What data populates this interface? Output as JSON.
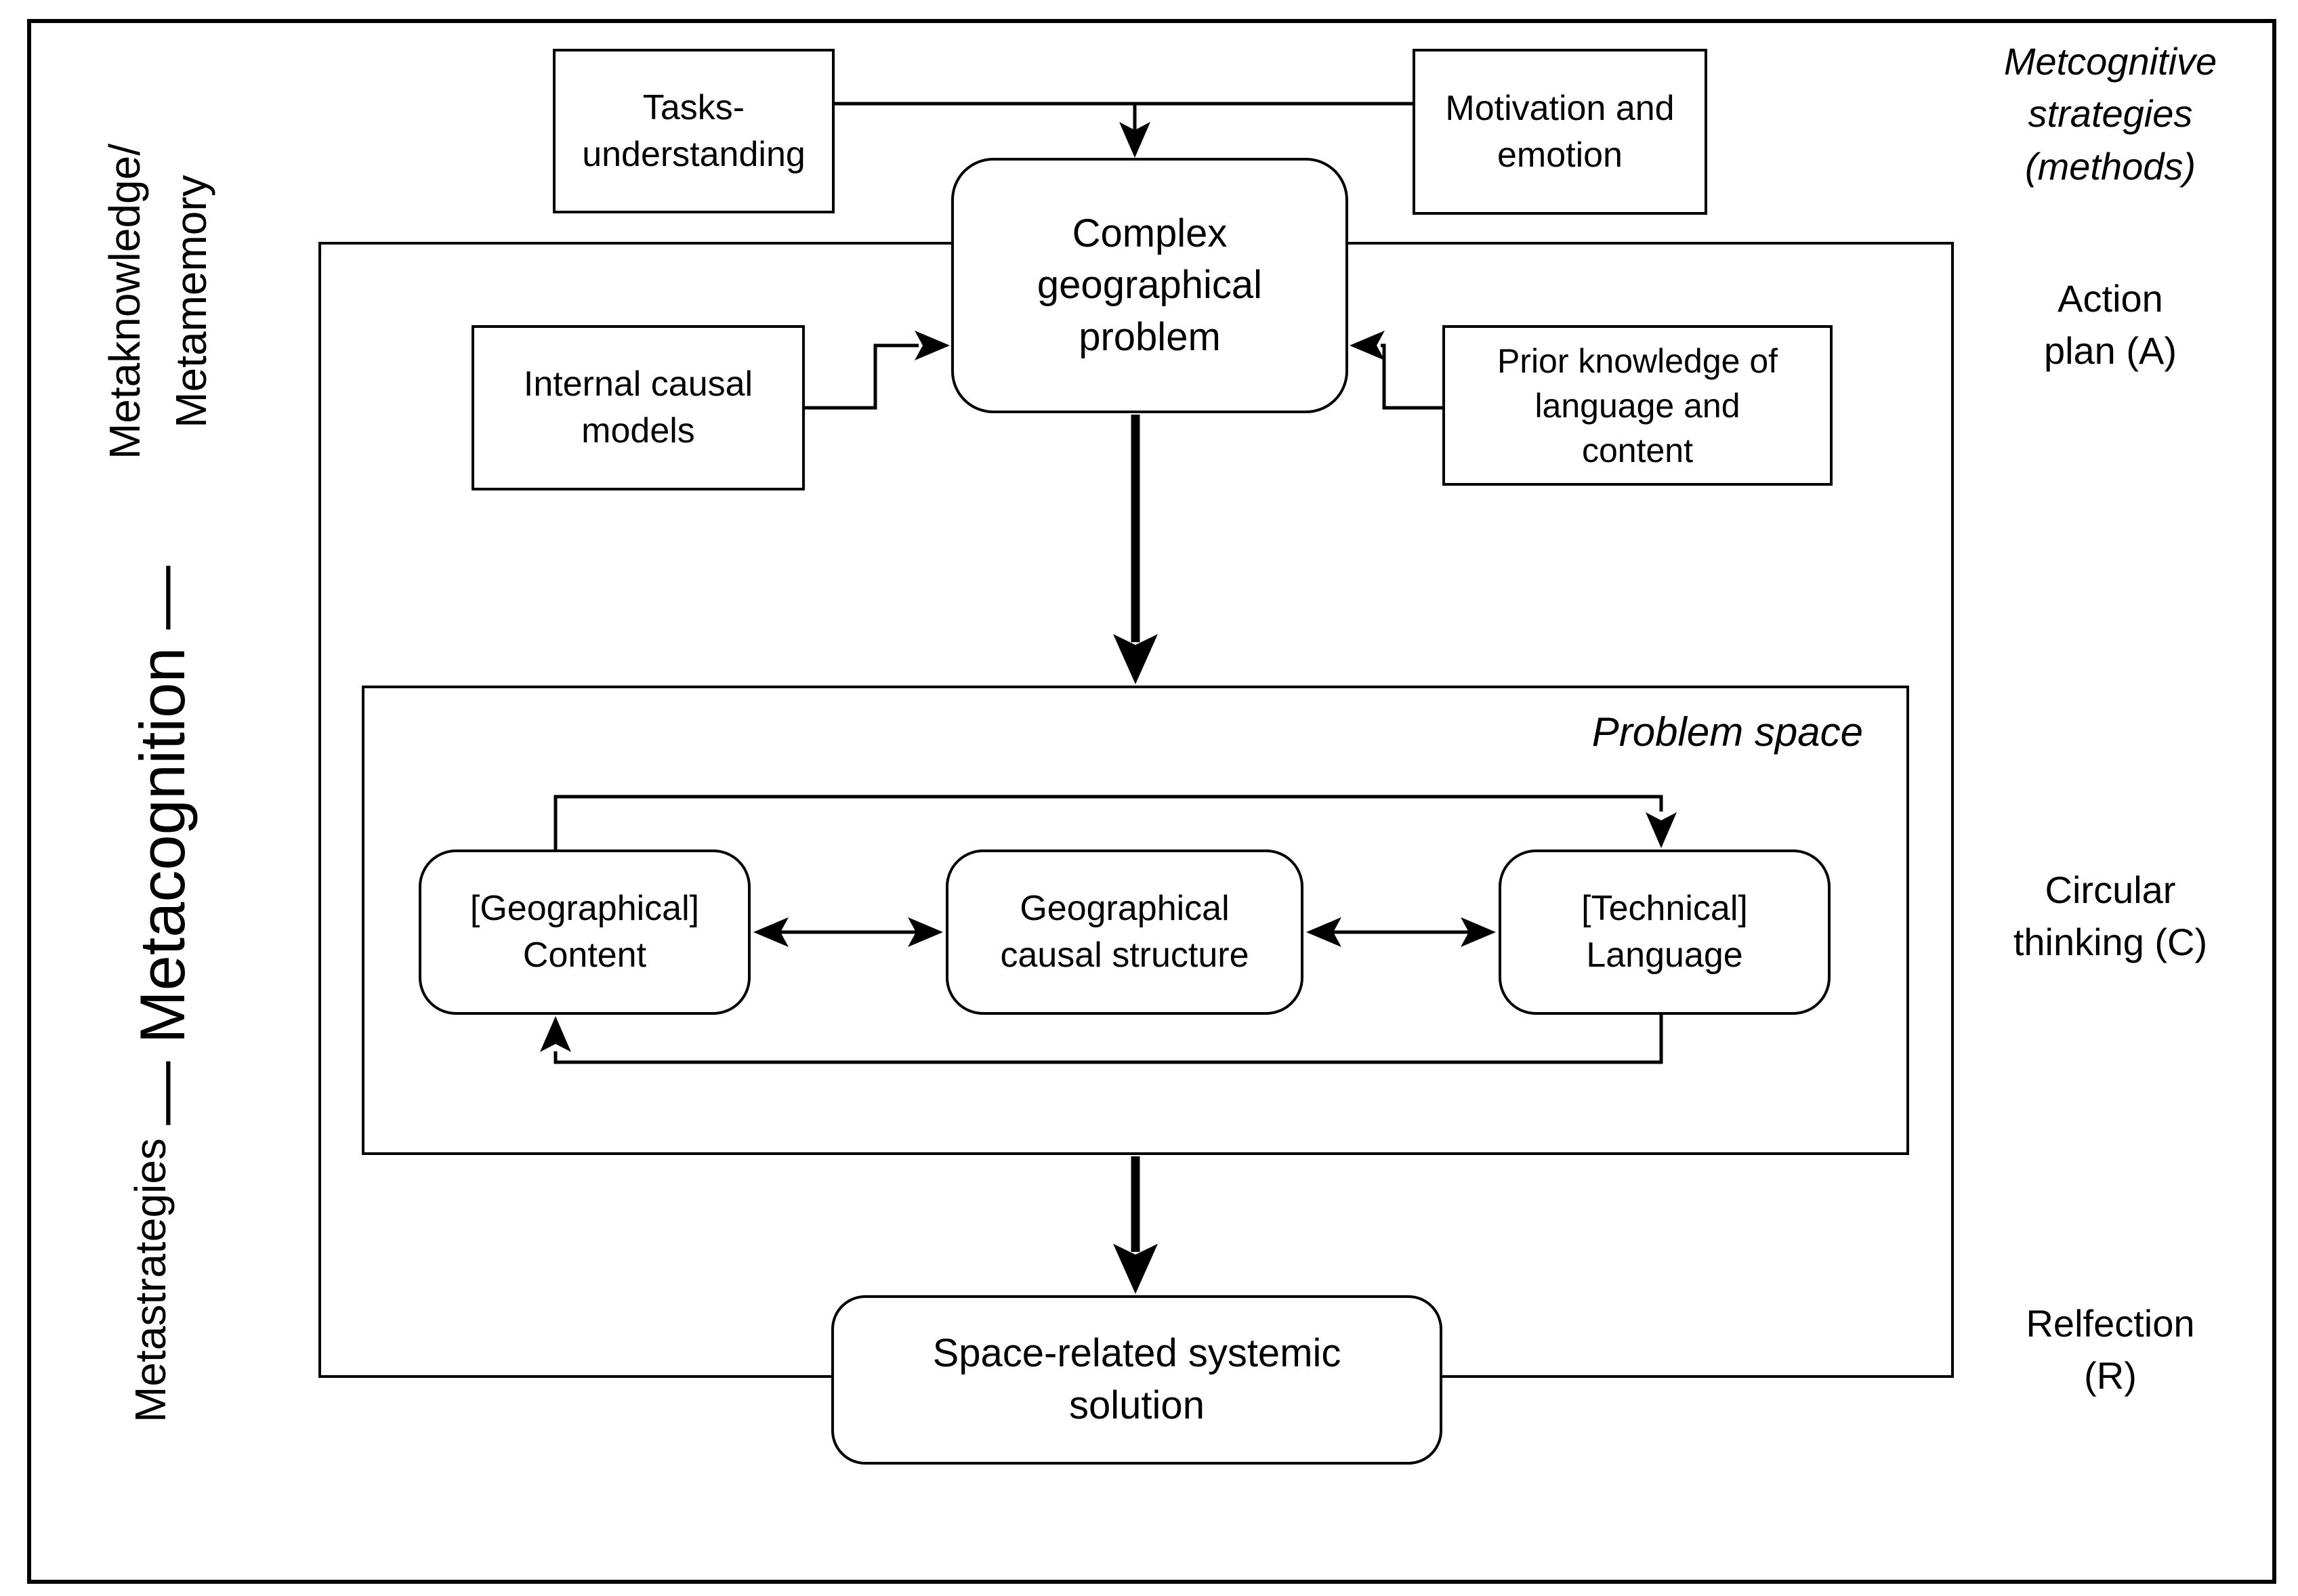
{
  "diagram": {
    "left_labels": {
      "metaknowledge_line1": "Metaknowledge/",
      "metaknowledge_line2": "Metamemory",
      "metacognition": "— Metacognition —",
      "metastrategies": "Metastrategies"
    },
    "right_labels": {
      "metacognitive_strategies": "Metcognitive\nstrategies\n(methods)",
      "action_plan": "Action\nplan (A)",
      "circular_thinking": "Circular\nthinking (C)",
      "reflection": "Relfection\n(R)"
    },
    "boxes": {
      "tasks": "Tasks-\nunderstanding",
      "motivation": "Motivation and\nemotion",
      "complex_problem": "Complex\ngeographical\nproblem",
      "internal_models": "Internal causal\nmodels",
      "prior_knowledge": "Prior knowledge of\nlanguage and\ncontent",
      "problem_space": "Problem space",
      "content": "[Geographical]\nContent",
      "causal_structure": "Geographical\ncausal structure",
      "language": "[Technical]\nLanguage",
      "solution": "Space-related systemic\nsolution"
    },
    "colors": {
      "stroke": "#000000",
      "background": "#ffffff"
    }
  }
}
